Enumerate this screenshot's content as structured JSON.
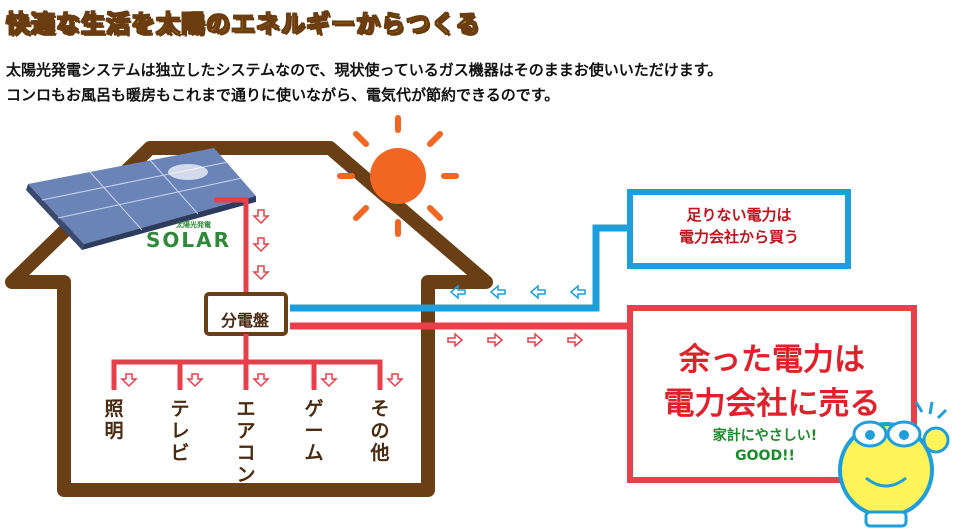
{
  "header": {
    "title": "快適な生活を太陽のエネルギーからつくる",
    "lines": [
      "太陽光発電システムは独立したシステムなので、現状使っているガス機器はそのままお使いいただけます。",
      "コンロもお風呂も暖房もこれまで通りに使いながら、電気代が節約できるのです。"
    ]
  },
  "diagram": {
    "solar_small": "太陽光発電",
    "solar_logo": "SOLAR",
    "panel_board": "分電盤",
    "appliances": [
      "照明",
      "テレビ",
      "エアコン",
      "ゲーム",
      "その他"
    ],
    "buy_box": {
      "line1": "足りない電力は",
      "line2": "電力会社から買う"
    },
    "sell_box": {
      "line1": "余った電力は",
      "line2": "電力会社に売る"
    },
    "good": {
      "line1": "家計にやさしい!",
      "line2": "GOOD!!"
    }
  },
  "colors": {
    "house_outline": "#6b3f16",
    "sell_line": "#e8404a",
    "buy_line": "#1e9fdc",
    "sun": "#f26522",
    "title_fill": "#ffdd00"
  }
}
